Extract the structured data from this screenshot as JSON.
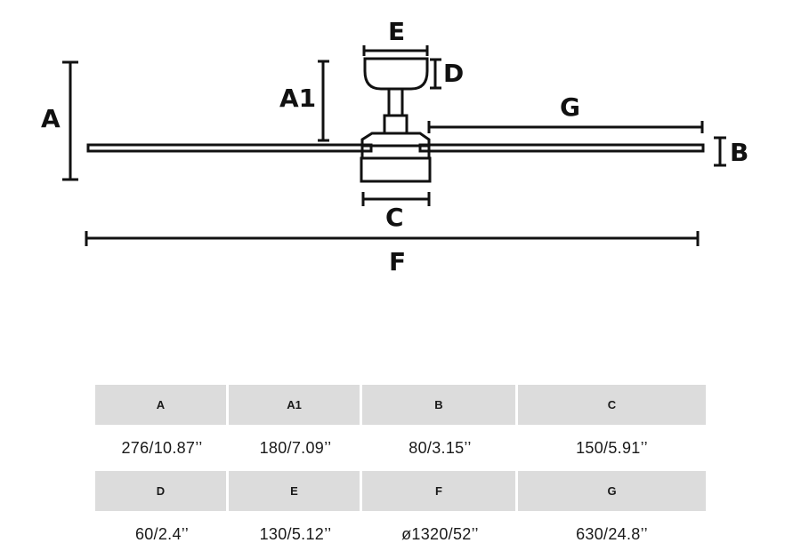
{
  "diagram": {
    "labels": {
      "A": "A",
      "A1": "A1",
      "B": "B",
      "C": "C",
      "D": "D",
      "E": "E",
      "F": "F",
      "G": "G"
    },
    "line_color": "#111111"
  },
  "table": {
    "header_bg": "#dcdcdc",
    "rows": [
      {
        "headers": [
          "A",
          "A1",
          "B",
          "C"
        ],
        "values": [
          "276/10.87’’",
          "180/7.09’’",
          "80/3.15’’",
          "150/5.91’’"
        ]
      },
      {
        "headers": [
          "D",
          "E",
          "F",
          "G"
        ],
        "values": [
          "60/2.4’’",
          "130/5.12’’",
          "ø1320/52’’",
          "630/24.8’’"
        ]
      }
    ]
  }
}
